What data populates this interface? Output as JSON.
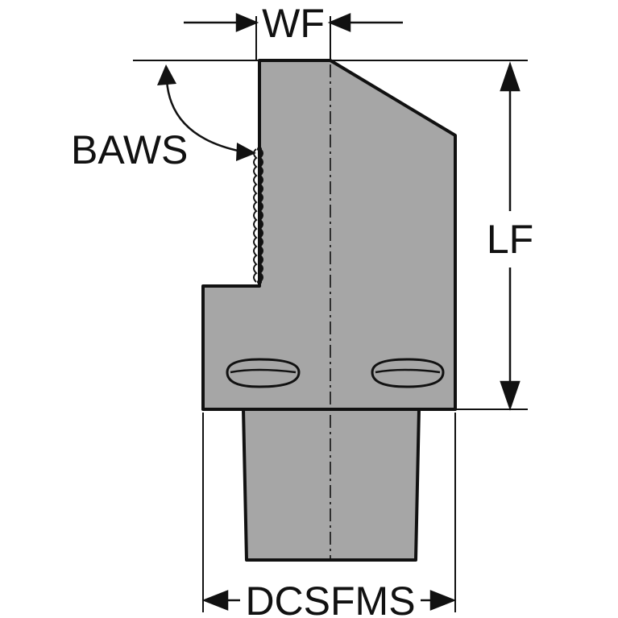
{
  "labels": {
    "wf": "WF",
    "baws": "BAWS",
    "lf": "LF",
    "dcsfms": "DCSFMS"
  },
  "colors": {
    "body_fill": "#a6a6a6",
    "outline": "#111111",
    "background": "#ffffff"
  }
}
